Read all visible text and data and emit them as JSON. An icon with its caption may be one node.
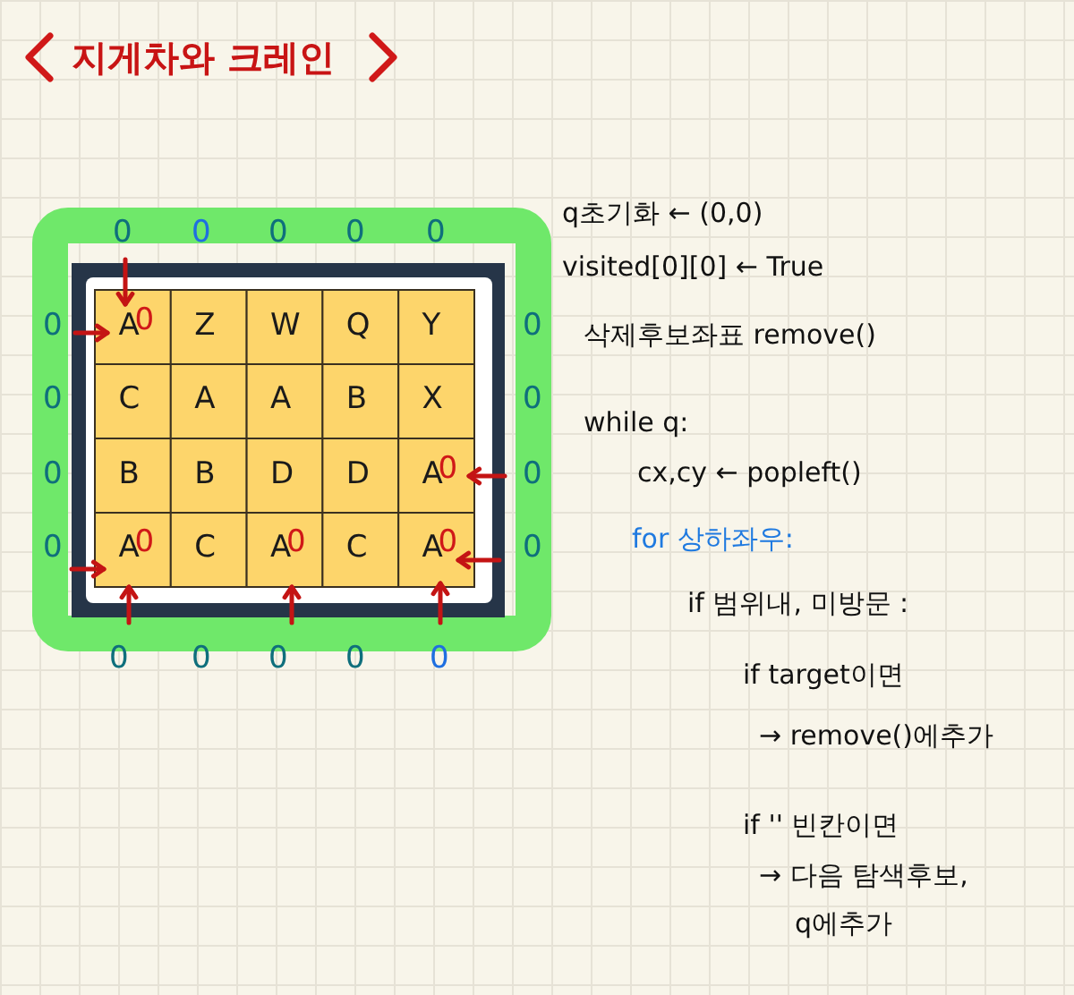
{
  "diagram": {
    "title": "지게차와 크레인",
    "labels": [
      "0",
      "0",
      "0",
      "0",
      "0",
      "0",
      "A",
      "0",
      "Z",
      "W",
      "Q",
      "Y",
      "0",
      "0",
      "C",
      "A",
      "A",
      "B",
      "X",
      "0",
      "0",
      "B",
      "B",
      "D",
      "D",
      "A",
      "0",
      "0",
      "0",
      "A",
      "0",
      "C",
      "A",
      "0",
      "C",
      "A",
      "0",
      "0",
      "0",
      "0",
      "0",
      "0",
      "0",
      "q초기화 ← (0,0)",
      "visited[0][0] ← True",
      "삭제후보좌표 remove()",
      "while q:",
      "cx,cy ← popleft()",
      "for 상하좌우:",
      "if 범위내, 미방문 :",
      "if target이면",
      "→ remove()에추가",
      "if '' 빈칸이면",
      "→ 다음 탐색후보,",
      "q에추가"
    ]
  }
}
